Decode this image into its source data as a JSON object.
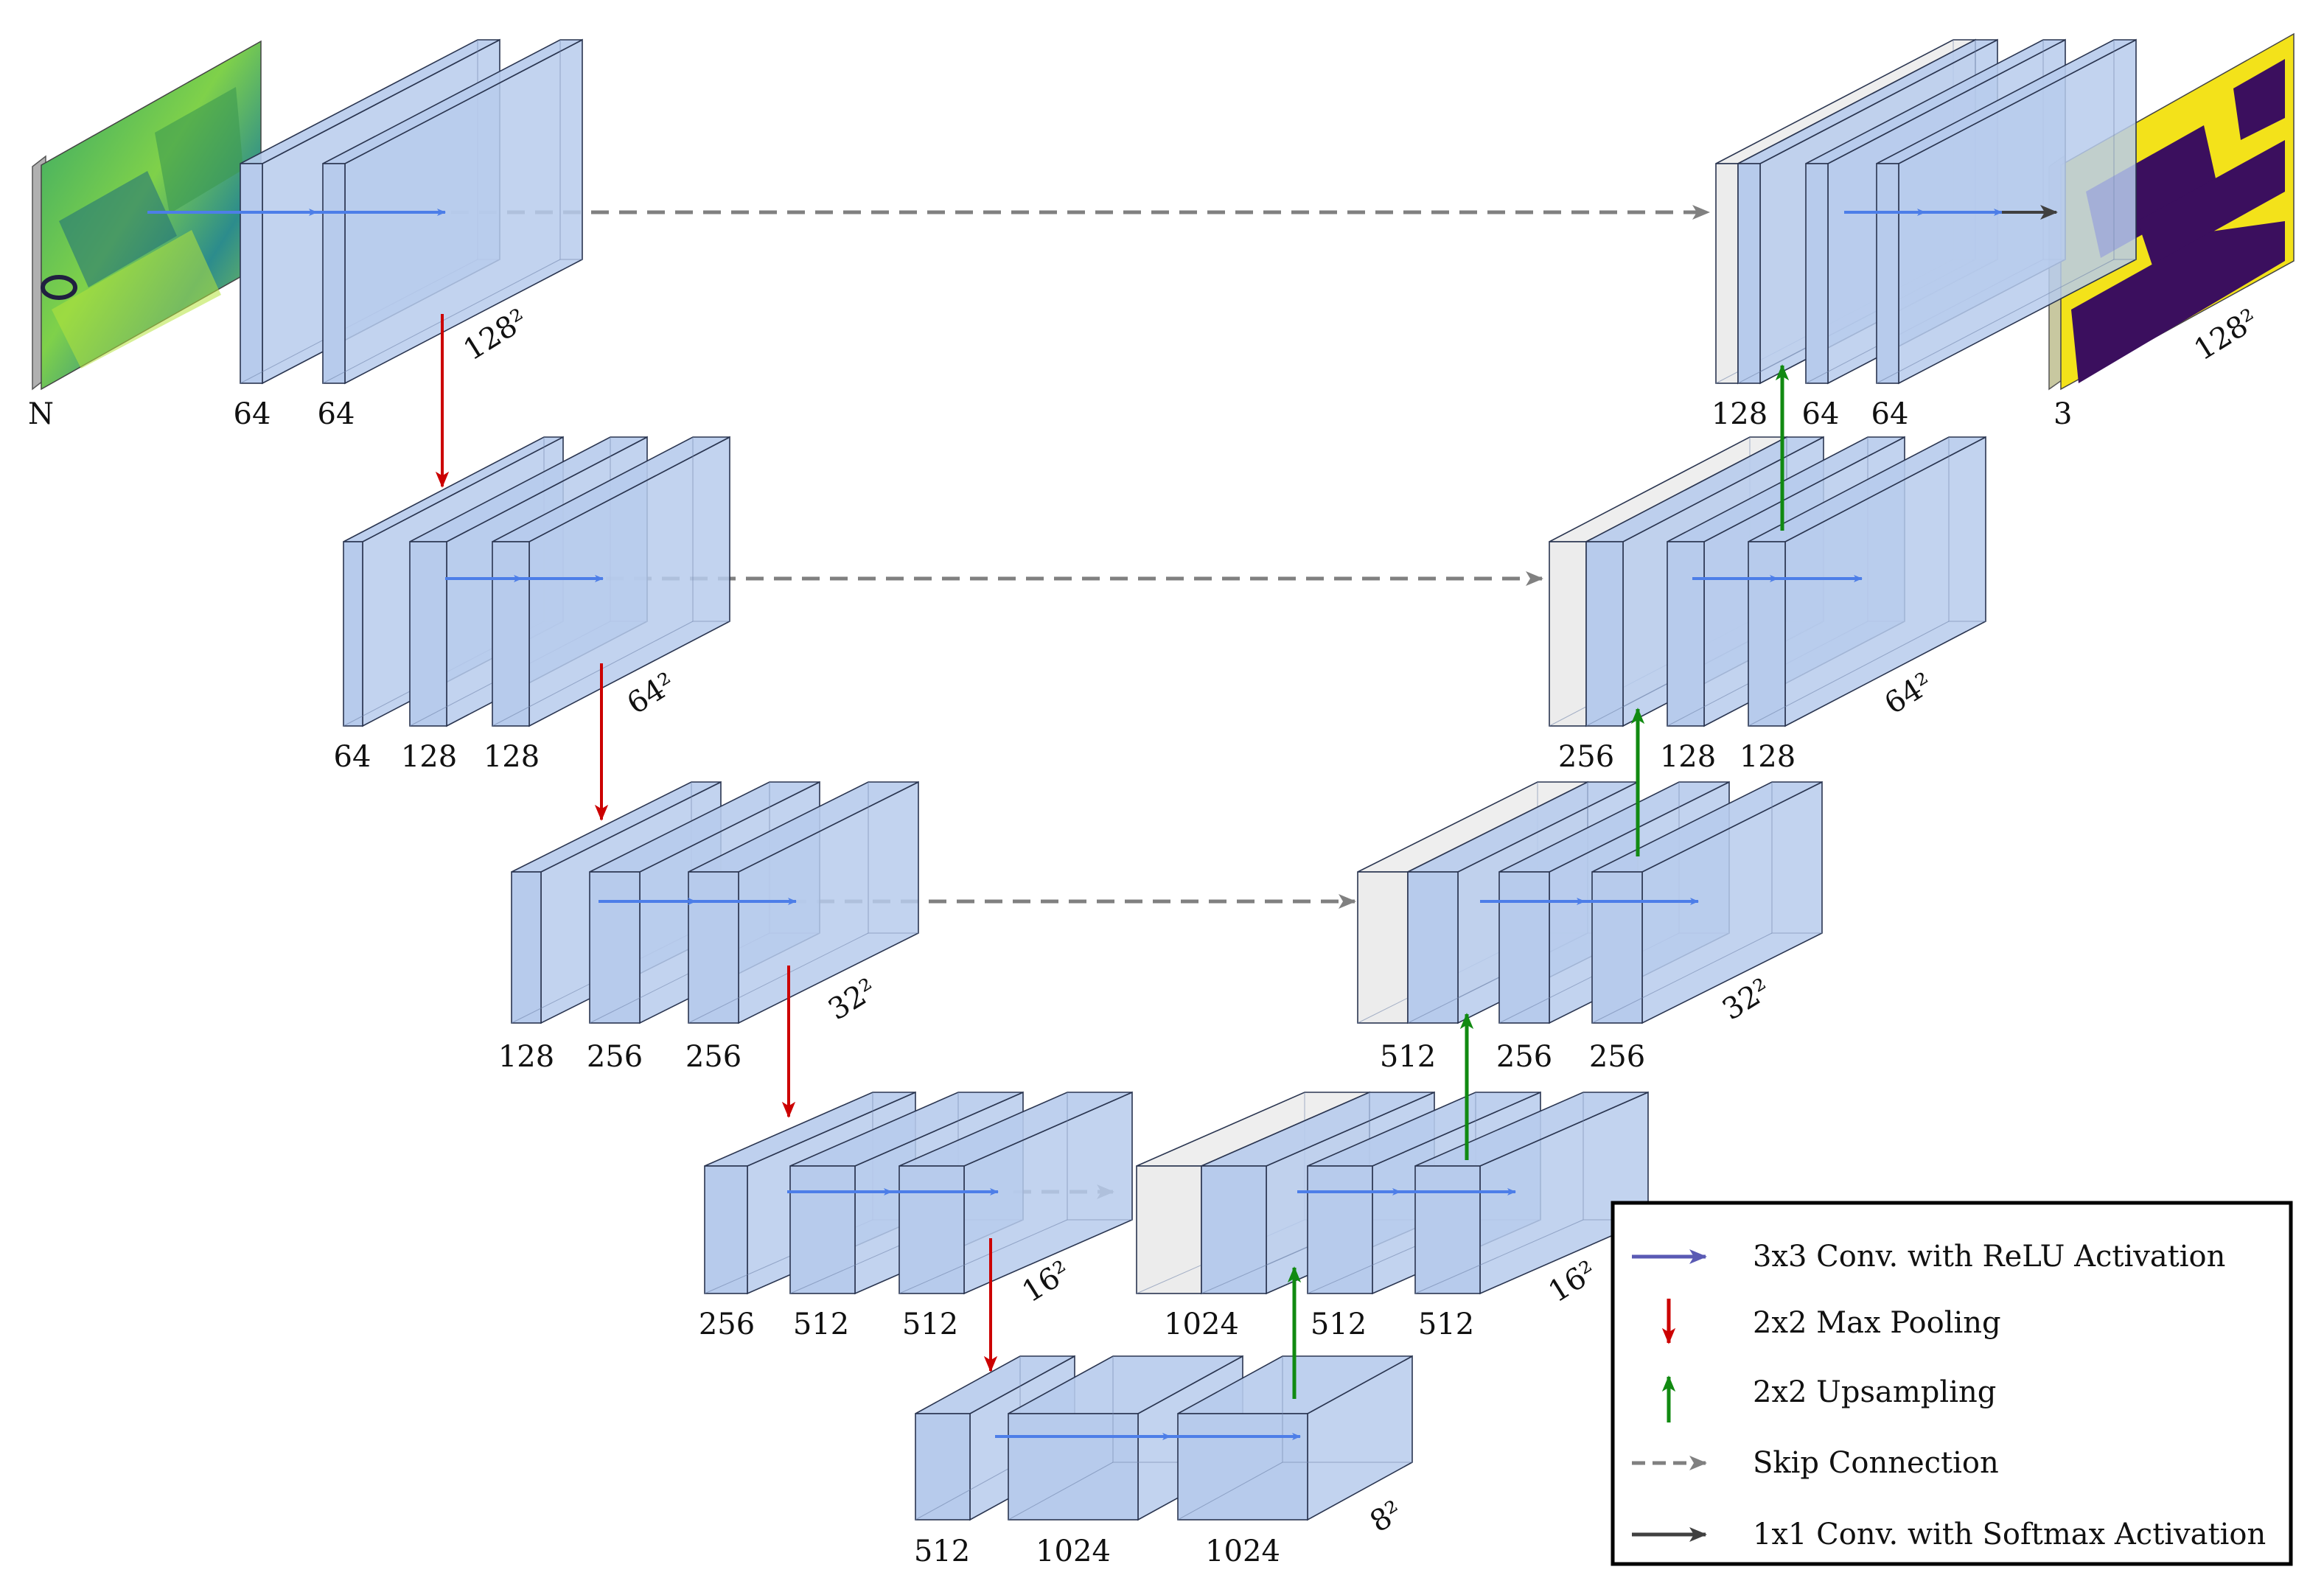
{
  "colors": {
    "block": "#b7cbec",
    "block_dark": "#a8bfe6",
    "block_top": "#c9d7f1",
    "skip_block": "#ececec",
    "conv_arrow": "#4d7ee8",
    "pool_arrow": "#cc0000",
    "up_arrow": "#118a11",
    "skip_arrow": "#808080",
    "softmax_arrow": "#404040",
    "legend_conv_arrow": "#5a5ab4"
  },
  "input_label": "N",
  "output_label": "3",
  "levels": [
    {
      "size_label": "128²",
      "encoder_channels": [
        "64",
        "64"
      ],
      "decoder_channels": [
        "128",
        "64",
        "64"
      ]
    },
    {
      "size_label": "64²",
      "encoder_channels": [
        "64",
        "128",
        "128"
      ],
      "decoder_channels": [
        "256",
        "128",
        "128"
      ]
    },
    {
      "size_label": "32²",
      "encoder_channels": [
        "128",
        "256",
        "256"
      ],
      "decoder_channels": [
        "512",
        "256",
        "256"
      ]
    },
    {
      "size_label": "16²",
      "encoder_channels": [
        "256",
        "512",
        "512"
      ],
      "decoder_channels": [
        "1024",
        "512",
        "512"
      ]
    },
    {
      "size_label": "8²",
      "encoder_channels": [
        "512",
        "1024",
        "1024"
      ]
    }
  ],
  "output_size_label": "128²",
  "legend": [
    {
      "icon": "conv-arrow-icon",
      "label": "3x3 Conv. with ReLU Activation"
    },
    {
      "icon": "max-pool-arrow-icon",
      "label": "2x2 Max Pooling"
    },
    {
      "icon": "upsample-arrow-icon",
      "label": "2x2 Upsampling"
    },
    {
      "icon": "skip-connection-icon",
      "label": "Skip Connection"
    },
    {
      "icon": "softmax-arrow-icon",
      "label": "1x1 Conv. with Softmax Activation"
    }
  ]
}
